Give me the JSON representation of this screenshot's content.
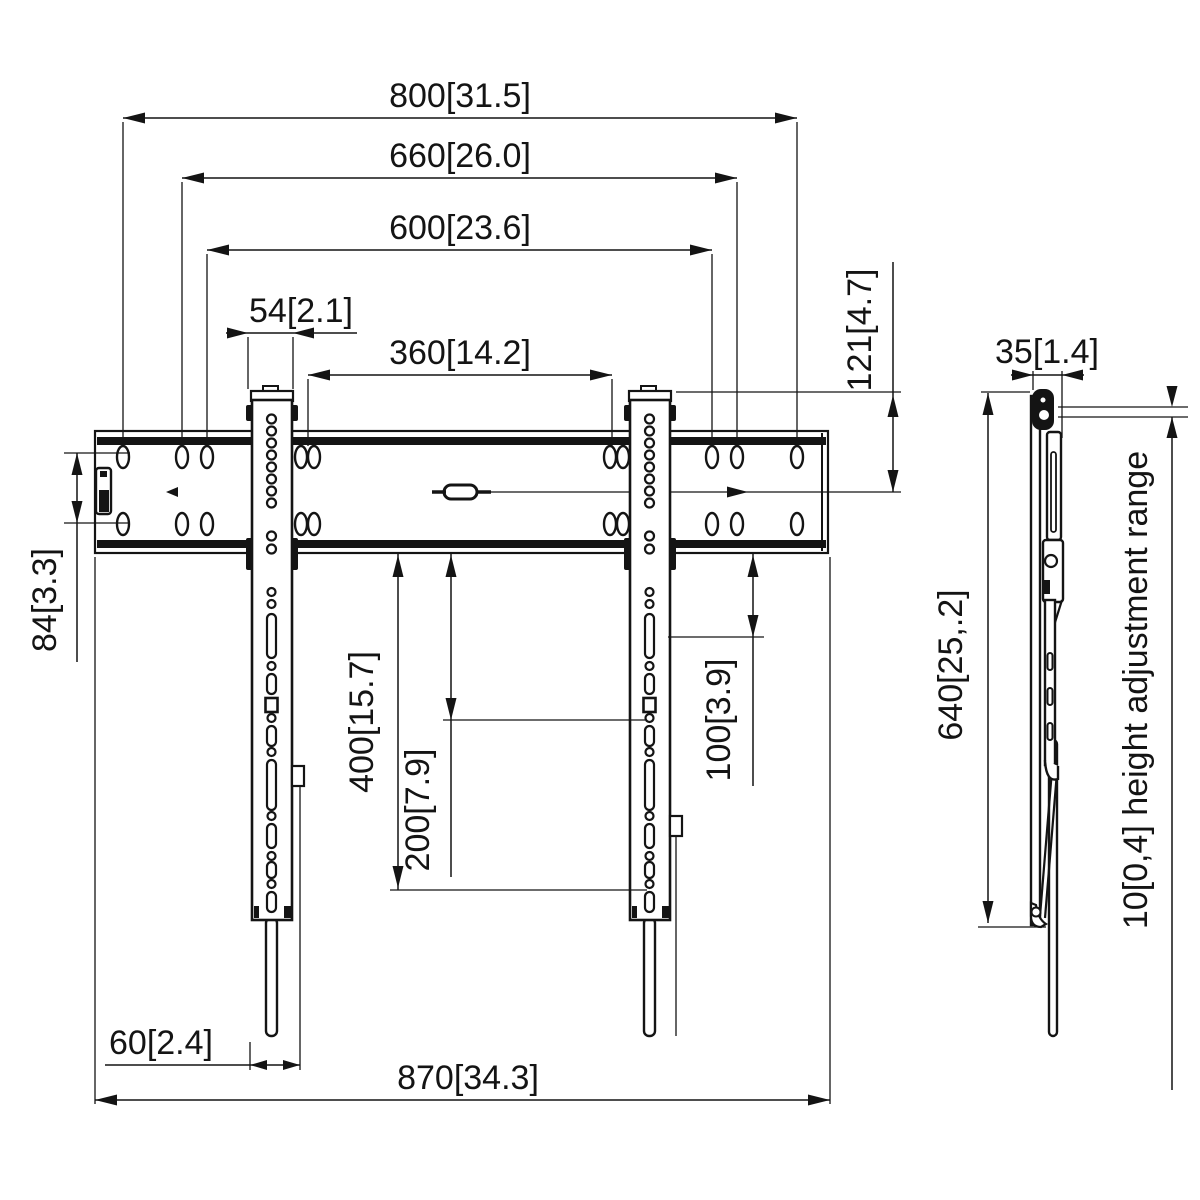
{
  "drawing": {
    "kind": "tv-wall-mount-dimension-drawing",
    "colors": {
      "line": "#141414",
      "background": "#ffffff"
    },
    "front_view": {
      "dims": {
        "d800": "800[31.5]",
        "d660": "660[26.0]",
        "d600": "600[23.6]",
        "d54": "54[2.1]",
        "d360": "360[14.2]",
        "d121": "121[4.7]",
        "d84": "84[3.3]",
        "d400": "400[15.7]",
        "d200": "200[7.9]",
        "d100": "100[3.9]",
        "d60": "60[2.4]",
        "d870": "870[34.3]"
      }
    },
    "side_view": {
      "dims": {
        "s35": "35[1.4]",
        "s640": "640[25,.2]",
        "s10": "10[0,4] height adjustment range"
      }
    }
  }
}
